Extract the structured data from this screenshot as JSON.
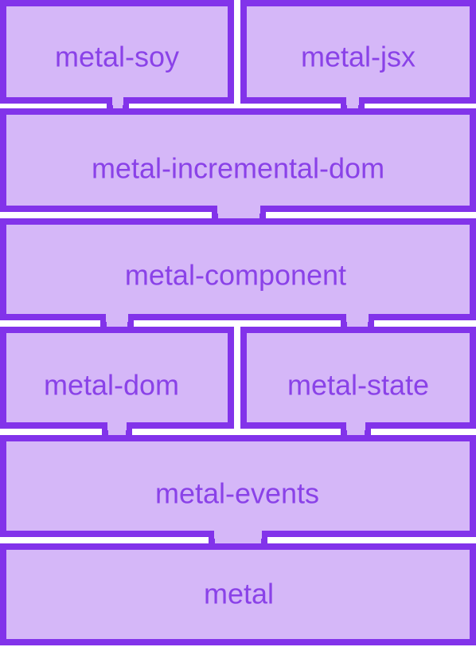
{
  "colors": {
    "fill": "#d5b7f8",
    "stroke": "#8233ea",
    "text": "#8a42e8",
    "background": "#ffffff"
  },
  "blocks": [
    {
      "id": "metal-soy",
      "label": "metal-soy"
    },
    {
      "id": "metal-jsx",
      "label": "metal-jsx"
    },
    {
      "id": "metal-incremental-dom",
      "label": "metal-incremental-dom"
    },
    {
      "id": "metal-component",
      "label": "metal-component"
    },
    {
      "id": "metal-dom",
      "label": "metal-dom"
    },
    {
      "id": "metal-state",
      "label": "metal-state"
    },
    {
      "id": "metal-events",
      "label": "metal-events"
    },
    {
      "id": "metal",
      "label": "metal"
    }
  ]
}
